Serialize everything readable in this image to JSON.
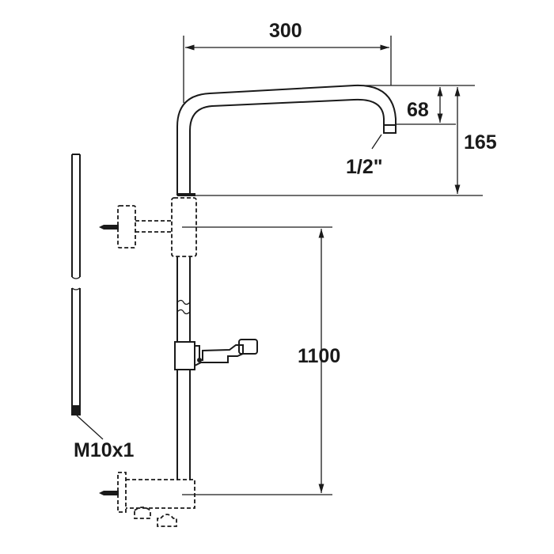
{
  "dimensions": {
    "arm_length": "300",
    "spout_drop": "68",
    "arm_height": "165",
    "thread": "1/2\"",
    "rail_length": "1100",
    "rod_thread": "M10x1"
  },
  "colors": {
    "line": "#1a1a1a",
    "background": "#ffffff"
  }
}
